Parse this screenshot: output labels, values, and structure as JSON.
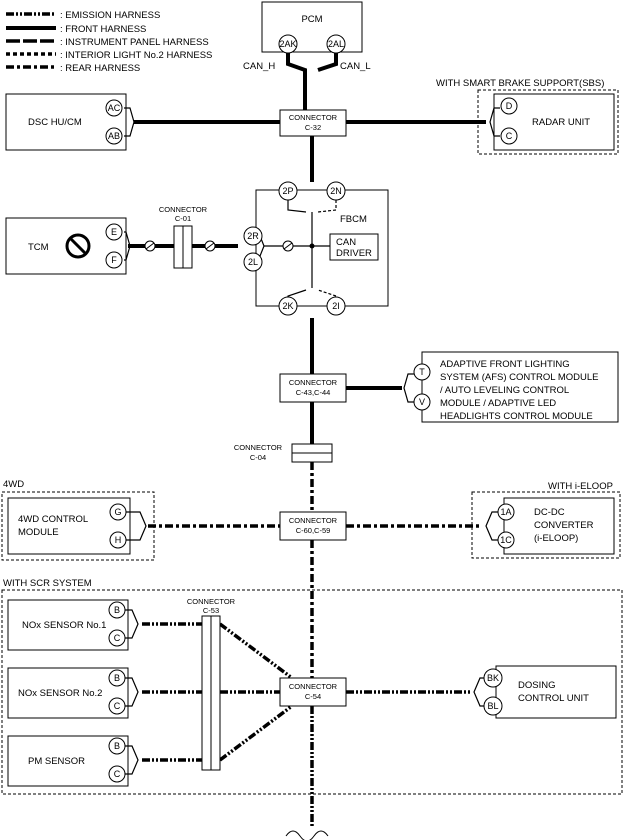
{
  "legend": [
    {
      "style": "emission",
      "label": ": EMISSION HARNESS"
    },
    {
      "style": "front",
      "label": ": FRONT HARNESS"
    },
    {
      "style": "ip",
      "label": ": INSTRUMENT PANEL HARNESS"
    },
    {
      "style": "interior",
      "label": ": INTERIOR LIGHT No.2 HARNESS"
    },
    {
      "style": "rear",
      "label": ": REAR HARNESS"
    }
  ],
  "pcm": {
    "name": "PCM",
    "pin_h": "2AK",
    "pin_l": "2AL",
    "can_h": "CAN_H",
    "can_l": "CAN_L"
  },
  "dsc": {
    "name": "DSC HU/CM",
    "pin_a": "AC",
    "pin_b": "AB"
  },
  "sbs": {
    "group": "WITH SMART BRAKE SUPPORT(SBS)",
    "name": "RADAR UNIT",
    "pin_a": "D",
    "pin_b": "C"
  },
  "c32": {
    "line1": "CONNECTOR",
    "line2": "C-32"
  },
  "fbcm": {
    "name": "FBCM",
    "driver1": "CAN",
    "driver2": "DRIVER",
    "p2p": "2P",
    "p2n": "2N",
    "p2r": "2R",
    "p2l": "2L",
    "p2k": "2K",
    "p2i": "2I"
  },
  "tcm": {
    "name": "TCM",
    "pin_a": "E",
    "pin_b": "F"
  },
  "c01": {
    "line1": "CONNECTOR",
    "line2": "C-01"
  },
  "afs": {
    "lines": [
      "ADAPTIVE FRONT LIGHTING",
      "SYSTEM (AFS) CONTROL MODULE",
      "/ AUTO LEVELING CONTROL",
      "MODULE / ADAPTIVE LED",
      "HEADLIGHTS CONTROL MODULE"
    ],
    "pin_a": "T",
    "pin_b": "V"
  },
  "c43": {
    "line1": "CONNECTOR",
    "line2": "C-43,C-44"
  },
  "c04": {
    "line1": "CONNECTOR",
    "line2": "C-04"
  },
  "fourwd": {
    "group": "4WD",
    "line1": "4WD CONTROL",
    "line2": "MODULE",
    "pin_a": "G",
    "pin_b": "H"
  },
  "eloop": {
    "group": "WITH i-ELOOP",
    "line1": "DC-DC",
    "line2": "CONVERTER",
    "line3": "(i-ELOOP)",
    "pin_a": "1A",
    "pin_b": "1C"
  },
  "c60": {
    "line1": "CONNECTOR",
    "line2": "C-60,C-59"
  },
  "scr": {
    "group": "WITH SCR SYSTEM",
    "nox1": {
      "name": "NOx SENSOR No.1",
      "pin_a": "B",
      "pin_b": "C"
    },
    "nox2": {
      "name": "NOx SENSOR No.2",
      "pin_a": "B",
      "pin_b": "C"
    },
    "pm": {
      "name": "PM SENSOR",
      "pin_a": "B",
      "pin_b": "C"
    },
    "c53": {
      "line1": "CONNECTOR",
      "line2": "C-53"
    },
    "c54": {
      "line1": "CONNECTOR",
      "line2": "C-54"
    },
    "dosing": {
      "line1": "DOSING",
      "line2": "CONTROL UNIT",
      "pin_a": "BK",
      "pin_b": "BL"
    }
  }
}
